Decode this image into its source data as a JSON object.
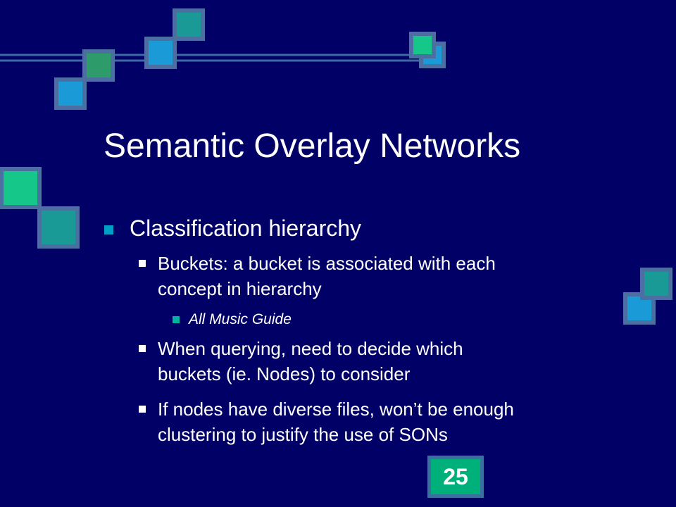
{
  "slide": {
    "title": "Semantic Overlay Networks",
    "page_number": "25",
    "bullets": {
      "l1": "Classification hierarchy",
      "buckets_line1": "Buckets: a bucket is associated with each",
      "buckets_line2": "concept in hierarchy",
      "amg": "All Music Guide",
      "query_line1": "When querying, need to decide which",
      "query_line2": "buckets (ie. Nodes) to consider",
      "diverse_line1": "If nodes have diverse files, won’t be enough",
      "diverse_line2": "clustering to justify the use of SONs"
    }
  },
  "colors": {
    "background": "#000066",
    "bullet_l1": "#00a0c6",
    "bullet_l2": "#ffffff",
    "bullet_l3": "#00b3a1",
    "page_box_fill": "#00b07a",
    "square_cyan_blue": "#1a9ad6",
    "square_teal": "#1a9a96",
    "square_green": "#2e9c6a",
    "square_mint": "#15c88a",
    "square_border": "#4a6fa0"
  }
}
